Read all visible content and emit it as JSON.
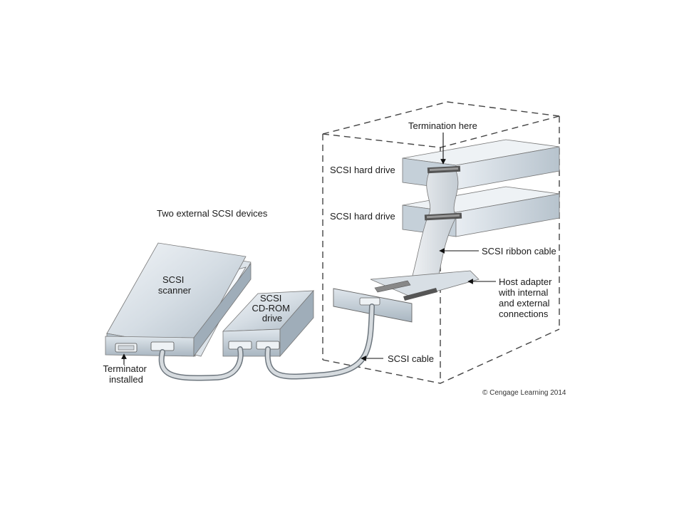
{
  "title": "Two external SCSI devices",
  "labels": {
    "termination_here": "Termination here",
    "hard_drive_1": "SCSI hard drive",
    "hard_drive_2": "SCSI hard drive",
    "ribbon_cable": "SCSI ribbon cable",
    "host_adapter": [
      "Host adapter",
      "with internal",
      "and external",
      "connections"
    ],
    "scanner": [
      "SCSI",
      "scanner"
    ],
    "cdrom": [
      "SCSI",
      "CD-ROM",
      "drive"
    ],
    "terminator": [
      "Terminator",
      "installed"
    ],
    "scsi_cable": "SCSI cable"
  },
  "credit": "© Cengage Learning 2014",
  "colors": {
    "device_face": "#bcc8d2",
    "device_top": "#dfe6ec",
    "device_side": "#98a6b2",
    "cable": "#c9cfd4",
    "outline": "#555555",
    "dashed": "#444444"
  }
}
